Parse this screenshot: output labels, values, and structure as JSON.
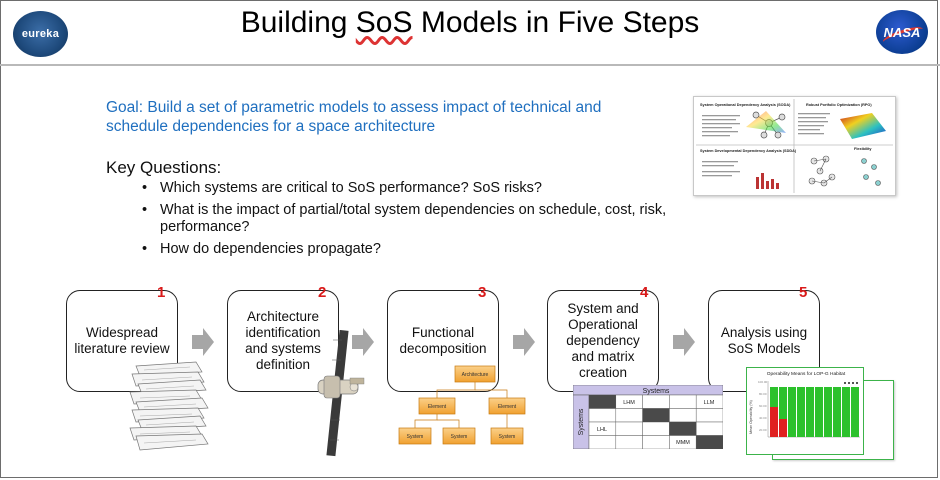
{
  "header": {
    "title_prefix": "Building ",
    "title_sos": "SoS",
    "title_suffix": " Models in Five Steps",
    "left_logo_text": "eureka",
    "right_logo_text": "NASA"
  },
  "goal_text": "Goal: Build a set of parametric models to assess impact of technical and schedule dependencies for a space architecture",
  "key_questions": {
    "title": "Key Questions:",
    "items": [
      "Which systems are critical to SoS performance? SoS risks?",
      "What is the impact of partial/total system dependencies on schedule, cost, risk, performance?",
      "How do dependencies propagate?"
    ]
  },
  "thumbnail": {
    "q1_title": "System Operational Dependency Analysis (SODA)",
    "q2_title": "Robust Portfolio Optimization (RPO)",
    "q3_title": "System Developmental Dependency Analysis (SDDA)",
    "q4_title": "Flexibility"
  },
  "steps": [
    {
      "number": "1",
      "label": "Widespread literature review"
    },
    {
      "number": "2",
      "label": "Architecture identification and systems definition"
    },
    {
      "number": "3",
      "label": "Functional decomposition"
    },
    {
      "number": "4",
      "label": "System and Operational dependency and matrix creation"
    },
    {
      "number": "5",
      "label": "Analysis using SoS Models"
    }
  ],
  "decomposition": {
    "root": "Architecture",
    "level2": [
      "Element",
      "Element"
    ],
    "level3": [
      "System",
      "System",
      "System"
    ]
  },
  "matrix": {
    "col_header": "Systems",
    "row_header": "Systems",
    "labels": [
      "LHM",
      "LLM",
      "LHL",
      "MMM"
    ]
  },
  "analysis_chart": {
    "title": "Operability Means for LOP-G Habitat",
    "ylabel": "Mean Operability (%)"
  },
  "colors": {
    "goal_blue": "#1f6fbf",
    "step_number_red": "#d91a1a",
    "decomp_orange": "#f0a030",
    "matrix_header_purple": "#c9c2e8",
    "chart_green": "#2cc12c",
    "chart_red": "#e02020"
  }
}
